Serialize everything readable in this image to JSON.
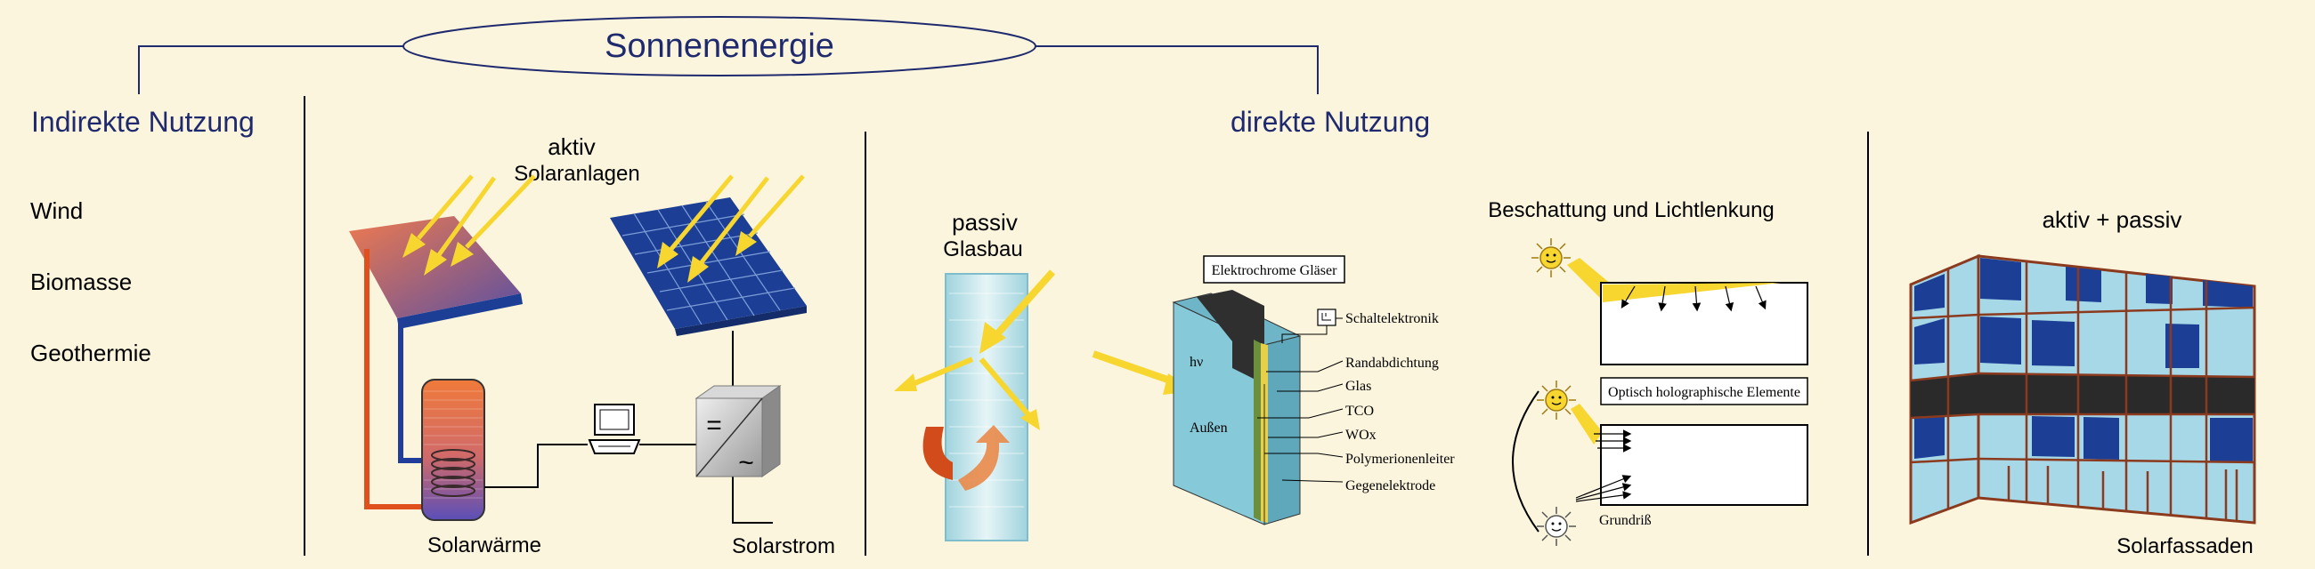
{
  "title": "Sonnenenergie",
  "indirect": {
    "heading": "Indirekte Nutzung",
    "items": [
      "Wind",
      "Biomasse",
      "Geothermie"
    ]
  },
  "direct": {
    "heading": "direkte Nutzung"
  },
  "solaranlagen": {
    "aktiv": "aktiv",
    "label": "Solaranlagen",
    "solarwaerme": "Solarwärme",
    "solarstrom": "Solarstrom",
    "inverter_top": "=",
    "inverter_bottom": "~"
  },
  "glasbau": {
    "passiv": "passiv",
    "label": "Glasbau"
  },
  "electrochrome": {
    "box_label": "Elektrochrome Gläser",
    "hv": "hν",
    "aussen": "Außen",
    "layers": [
      "Schaltelektronik",
      "Randabdichtung",
      "Glas",
      "TCO",
      "WOx",
      "Polymerionenleiter",
      "Gegenelektrode"
    ]
  },
  "shading": {
    "heading": "Beschattung und Lichtlenkung",
    "hoe_label": "Optisch holographische Elemente",
    "grundriss": "Grundriß"
  },
  "facade": {
    "heading": "aktiv + passiv",
    "label": "Solarfassaden"
  },
  "colors": {
    "background": "#fcf5dd",
    "title_text": "#1f2a6e",
    "sun_arrow": "#f7d630",
    "pv_blue": "#1c3f95",
    "facade_glass": "#a7d8e8",
    "facade_frame": "#8b3a1e",
    "facade_band": "#2a2a2a",
    "pipe_red": "#e0501c",
    "pipe_blue": "#203d9c"
  }
}
